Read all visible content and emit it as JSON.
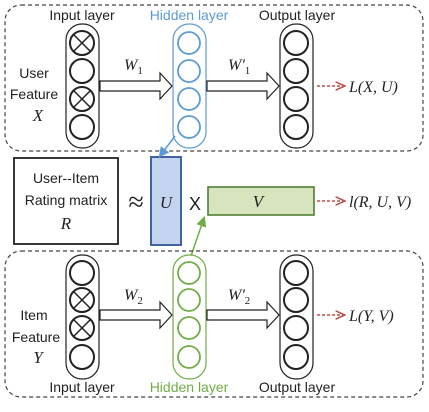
{
  "top_section": {
    "input_label": "Input layer",
    "hidden_label": "Hidden layer",
    "output_label": "Output layer",
    "feature_line1": "User",
    "feature_line2": "Feature",
    "feature_var": "X",
    "weight1_base": "W",
    "weight1_sub": "1",
    "weight2_base": "W'",
    "weight2_sub": "1",
    "loss": "L(X, U)"
  },
  "middle_section": {
    "matrix_line1": "User--Item",
    "matrix_line2": "Rating matrix",
    "matrix_var": "R",
    "approx_symbol": "≈",
    "u_label": "U",
    "times_symbol": "X",
    "v_label": "V",
    "loss": "l(R, U, V)"
  },
  "bottom_section": {
    "input_label": "Input layer",
    "hidden_label": "Hidden layer",
    "output_label": "Output layer",
    "feature_line1": "Item",
    "feature_line2": "Feature",
    "feature_var": "Y",
    "weight1_base": "W",
    "weight1_sub": "2",
    "weight2_base": "W'",
    "weight2_sub": "2",
    "loss": "L(Y, V)"
  },
  "colors": {
    "hidden_top": "#5b9bd5",
    "hidden_bottom": "#70ad47",
    "u_fill": "#c5d4ee",
    "u_stroke": "#2f5597",
    "v_fill": "#d7e4bd",
    "v_stroke": "#507e32",
    "loss_arrow": "#c0504d"
  }
}
